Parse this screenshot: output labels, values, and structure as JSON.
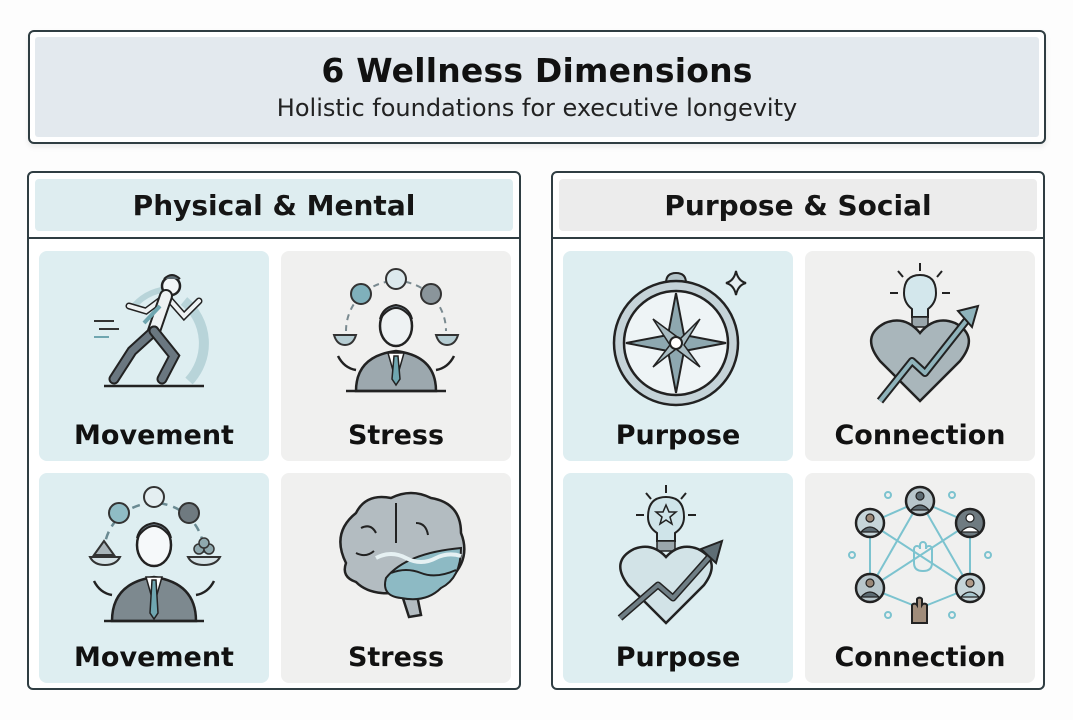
{
  "header": {
    "title": "6 Wellness Dimensions",
    "subtitle": "Holistic foundations for executive longevity"
  },
  "panels": [
    {
      "title": "Physical & Mental",
      "cells": [
        {
          "label": "Movement",
          "icon": "running-man-icon",
          "tone": "teal"
        },
        {
          "label": "Stress",
          "icon": "balanced-man-icon",
          "tone": "gray"
        },
        {
          "label": "Movement",
          "icon": "juggling-balance-man-icon",
          "tone": "teal"
        },
        {
          "label": "Stress",
          "icon": "brain-waves-icon",
          "tone": "gray"
        }
      ]
    },
    {
      "title": "Purpose & Social",
      "cells": [
        {
          "label": "Purpose",
          "icon": "compass-icon",
          "tone": "teal"
        },
        {
          "label": "Connection",
          "icon": "lightbulb-heart-arrow-icon",
          "tone": "gray"
        },
        {
          "label": "Purpose",
          "icon": "star-lightbulb-heart-arrow-icon",
          "tone": "teal"
        },
        {
          "label": "Connection",
          "icon": "people-network-icon",
          "tone": "gray"
        }
      ]
    }
  ],
  "colors": {
    "border": "#2f3d42",
    "header_bg": "#e3e9ee",
    "teal_tile": "#deeef1",
    "gray_tile": "#f0f0ef",
    "accent_teal": "#6fa6b0",
    "icon_gray": "#8f9aa0"
  }
}
